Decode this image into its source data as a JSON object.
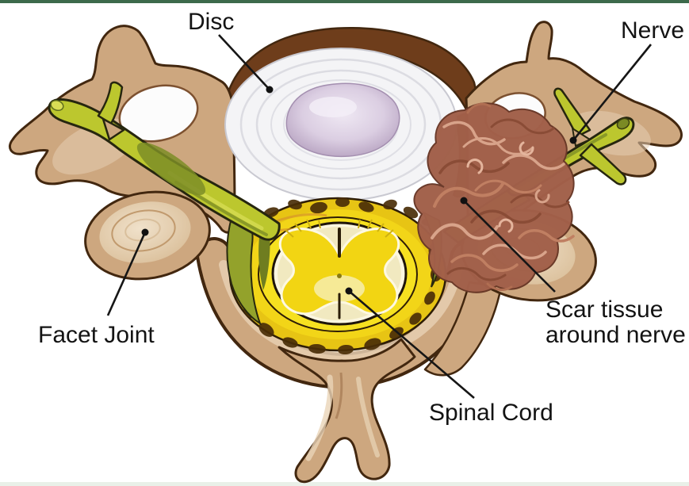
{
  "diagram": {
    "kind": "anatomical-illustration",
    "subject": "vertebra-cross-section-with-epidural-scar-tissue",
    "labels": {
      "disc": "Disc",
      "nerve": "Nerve",
      "facet_joint": "Facet Joint",
      "spinal_cord": "Spinal Cord",
      "scar_tissue_line1": "Scar tissue",
      "scar_tissue_line2": "around nerve"
    },
    "colors": {
      "background": "#ffffff",
      "top_bar": "#3d6a4b",
      "bottom_bar": "#e9f0e8",
      "bone": "#cda77f",
      "bone_outline": "#42270f",
      "bone_inner": "#e9d6bc",
      "disc": "#f4f4f6",
      "disc_ring": "#dcdce2",
      "nucleus": "#c3aec9",
      "band_brown": "#6e3d1b",
      "sac_yellow": "#e7c414",
      "sac_bright": "#f6e120",
      "cord_white_matter": "#f1e9c0",
      "cord_yellow": "#f2d513",
      "nerve_green": "#bcc72e",
      "nerve_olive": "#7d8d26",
      "ligament_green": "#93a22b",
      "scar": "#a2604a",
      "scar_strand_light": "#d8a38a",
      "scar_strand_dark": "#8a4c36",
      "leader": "#161616",
      "label_text": "#131313"
    }
  }
}
